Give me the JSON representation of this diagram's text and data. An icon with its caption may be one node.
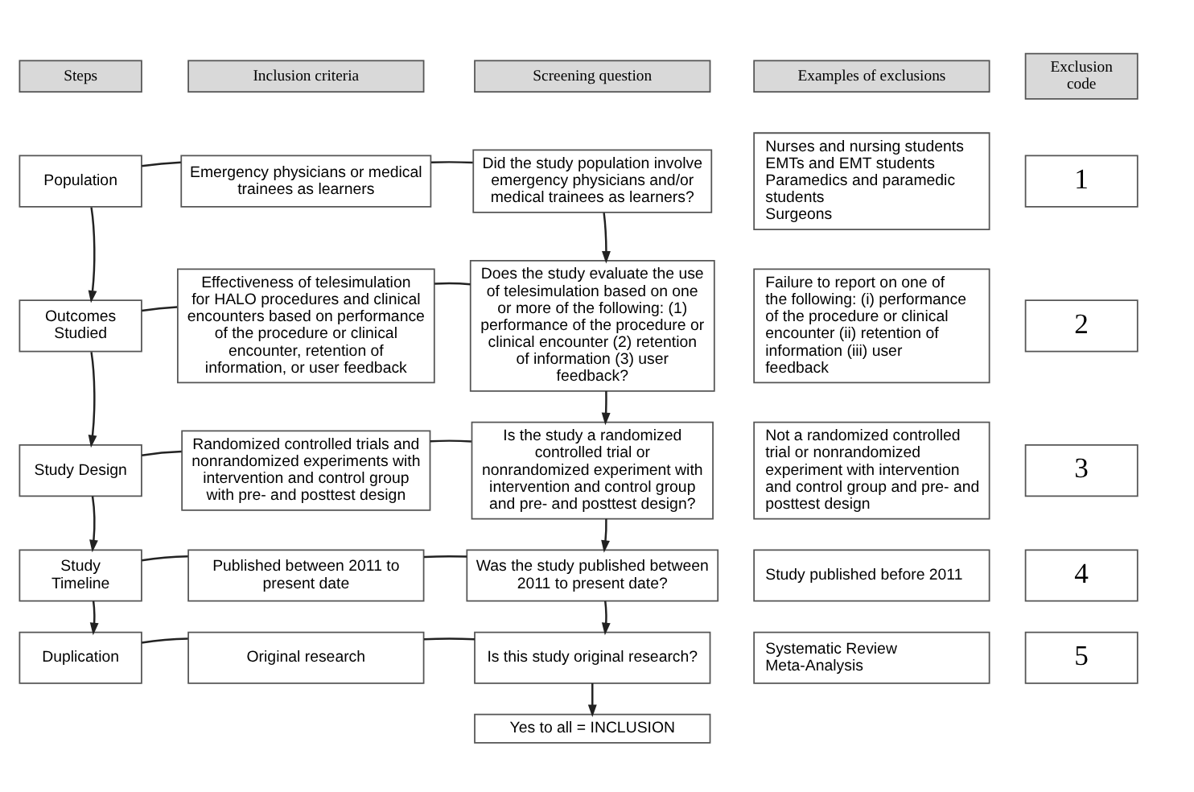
{
  "diagram": {
    "nodes": [
      {
        "text": [
          "Steps"
        ]
      },
      {
        "text": [
          "Inclusion criteria"
        ]
      },
      {
        "text": [
          "Screening question"
        ]
      },
      {
        "text": [
          "Examples of exclusions"
        ]
      },
      {
        "text": [
          "Exclusion code"
        ]
      },
      {
        "text": [
          "Population"
        ]
      },
      {
        "text": [
          "Emergency physicians or medical trainees as learners"
        ]
      },
      {
        "text": [
          "Did the study population involve emergency physicians and/or medical trainees as learners?"
        ]
      },
      {
        "text": [
          "Nurses and nursing students",
          "EMTs and EMT students",
          "Paramedics and paramedic students",
          "Surgeons"
        ]
      },
      {
        "text": [
          "1"
        ]
      },
      {
        "text": [
          "Outcomes Studied"
        ]
      },
      {
        "text": [
          "Effectiveness of telesimulation for HALO procedures and clinical encounters based on performance of the procedure or clinical encounter, retention of information, or user feedback"
        ]
      },
      {
        "text": [
          "Does the study evaluate the use of telesimulation based on one or more of the following: (1) performance of the procedure or clinical encounter (2) retention of information (3) user feedback?"
        ]
      },
      {
        "text": [
          "Failure to report on one of the following: (i) performance of the procedure or clinical encounter (ii) retention of information (iii) user feedback"
        ]
      },
      {
        "text": [
          "2"
        ]
      },
      {
        "text": [
          "Study Design"
        ]
      },
      {
        "text": [
          "Randomized controlled trials and nonrandomized experiments with intervention and control group with pre- and posttest design"
        ]
      },
      {
        "text": [
          "Is the study a randomized controlled trial or nonrandomized experiment with intervention and control group and pre- and posttest design?"
        ]
      },
      {
        "text": [
          "Not a randomized controlled trial or nonrandomized experiment with intervention and control group and pre- and posttest design"
        ]
      },
      {
        "text": [
          "3"
        ]
      },
      {
        "text": [
          "Study Timeline"
        ]
      },
      {
        "text": [
          "Published between 2011 to present date"
        ]
      },
      {
        "text": [
          "Was the study published between 2011 to present date?"
        ]
      },
      {
        "text": [
          "Study published before 2011"
        ]
      },
      {
        "text": [
          "4"
        ]
      },
      {
        "text": [
          "Duplication"
        ]
      },
      {
        "text": [
          "Original research"
        ]
      },
      {
        "text": [
          "Is this study original research?"
        ]
      },
      {
        "text": [
          "Systematic Review",
          "Meta-Analysis"
        ]
      },
      {
        "text": [
          "5"
        ]
      },
      {
        "text": [
          "Yes to all = INCLUSION"
        ]
      }
    ],
    "edges": [
      {
        "from": 5,
        "to": 6,
        "arrow": "none"
      },
      {
        "from": 6,
        "to": 7,
        "arrow": "none"
      },
      {
        "from": 10,
        "to": 11,
        "arrow": "none"
      },
      {
        "from": 11,
        "to": 12,
        "arrow": "none"
      },
      {
        "from": 15,
        "to": 16,
        "arrow": "none"
      },
      {
        "from": 16,
        "to": 17,
        "arrow": "none"
      },
      {
        "from": 20,
        "to": 21,
        "arrow": "none"
      },
      {
        "from": 21,
        "to": 22,
        "arrow": "none"
      },
      {
        "from": 25,
        "to": 26,
        "arrow": "none"
      },
      {
        "from": 26,
        "to": 27,
        "arrow": "none"
      },
      {
        "from": 5,
        "to": 10,
        "arrow": "to"
      },
      {
        "from": 10,
        "to": 15,
        "arrow": "to"
      },
      {
        "from": 15,
        "to": 20,
        "arrow": "to"
      },
      {
        "from": 20,
        "to": 25,
        "arrow": "to"
      },
      {
        "from": 7,
        "to": 12,
        "arrow": "to"
      },
      {
        "from": 12,
        "to": 17,
        "arrow": "to"
      },
      {
        "from": 17,
        "to": 22,
        "arrow": "to"
      },
      {
        "from": 22,
        "to": 27,
        "arrow": "to"
      },
      {
        "from": 27,
        "to": 30,
        "arrow": "to"
      }
    ]
  }
}
